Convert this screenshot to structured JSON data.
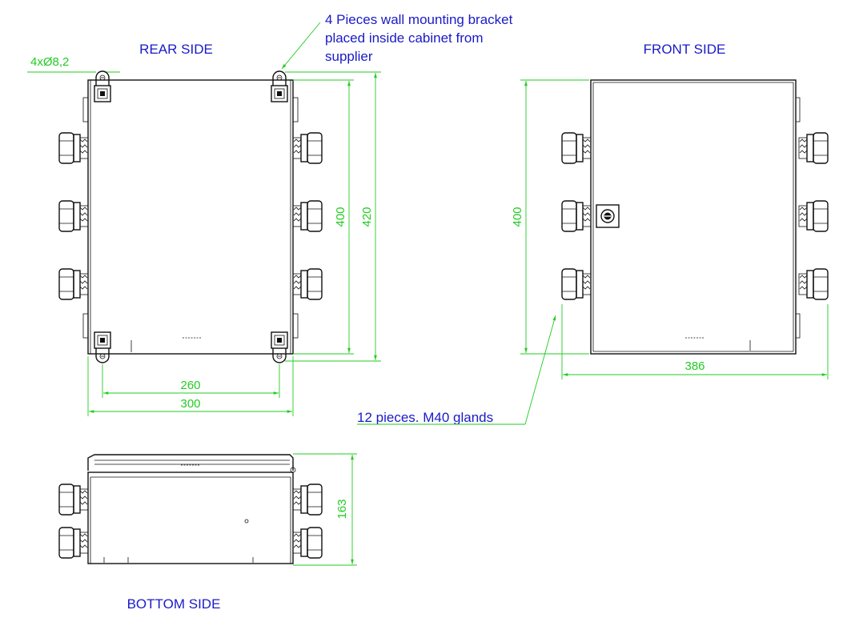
{
  "views": {
    "rear": "REAR SIDE",
    "front": "FRONT SIDE",
    "bottom": "BOTTOM  SIDE"
  },
  "notes": {
    "bracket": [
      "4 Pieces wall mounting bracket",
      "placed inside cabinet from",
      "supplier"
    ],
    "holes": "4xØ8,2",
    "glands": "12 pieces. M40 glands"
  },
  "dimensions": {
    "rear_height_inner": "400",
    "rear_height_outer": "420",
    "rear_width_inner": "260",
    "rear_width_outer": "300",
    "front_height": "400",
    "front_width": "386",
    "bottom_height": "163"
  },
  "colors": {
    "label": "#1a1ac8",
    "dimension": "#22cc22",
    "line": "#111111"
  }
}
